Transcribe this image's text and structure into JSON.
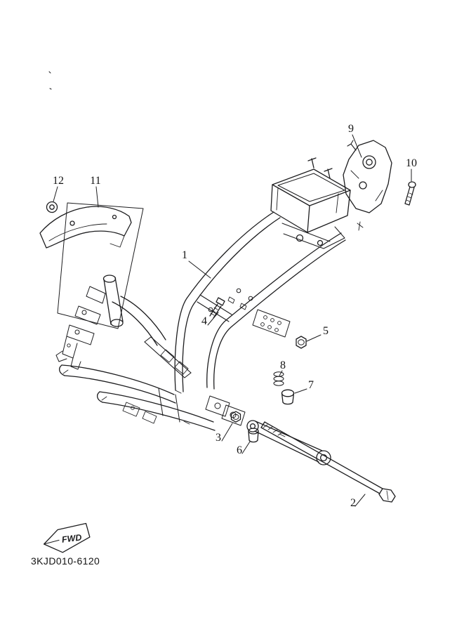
{
  "page": {
    "background": "#ffffff",
    "line_color": "#1d1d1f",
    "description": "Exploded parts line-drawing of a scooter frame with numbered callouts"
  },
  "footer": {
    "diagram_code": "3KJD010-6120"
  },
  "fwd": {
    "label": "FWD"
  },
  "callouts": [
    {
      "label": "1"
    },
    {
      "label": "2"
    },
    {
      "label": "3"
    },
    {
      "label": "4"
    },
    {
      "label": "5"
    },
    {
      "label": "6"
    },
    {
      "label": "7"
    },
    {
      "label": "8"
    },
    {
      "label": "9"
    },
    {
      "label": "10"
    },
    {
      "label": "11"
    },
    {
      "label": "12"
    }
  ]
}
